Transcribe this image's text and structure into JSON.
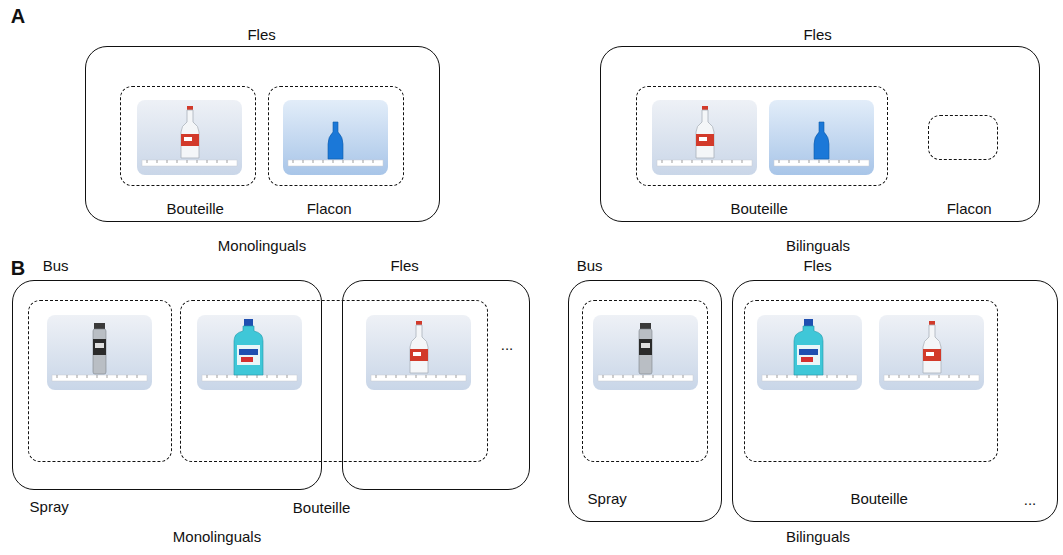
{
  "diagram": {
    "nodes": [
      {
        "text": [
          "Fles"
        ]
      },
      {
        "text": [
          "Bouteille"
        ],
        "in": 0
      },
      {
        "text": [
          "Flacon"
        ],
        "in": 0
      },
      {
        "text": [
          "Fles"
        ]
      },
      {
        "text": [
          "Bouteille"
        ],
        "in": 3
      },
      {
        "text": [
          "Flacon"
        ],
        "in": 3
      },
      {
        "text": [
          "Bus"
        ]
      },
      {
        "text": [
          "Spray"
        ],
        "in": 6
      },
      {
        "text": [
          "Fles"
        ]
      },
      {
        "text": [
          "Bouteille"
        ]
      },
      {
        "text": [
          "Bus"
        ]
      },
      {
        "text": [
          "Spray"
        ],
        "in": 10
      },
      {
        "text": [
          "Fles"
        ]
      },
      {
        "text": [
          "Bouteille"
        ],
        "in": 12
      }
    ],
    "labels": [
      "A",
      "Monolinguals",
      "Bilinguals",
      "B",
      "...",
      "Monolinguals",
      "Bilinguals",
      "..."
    ]
  }
}
